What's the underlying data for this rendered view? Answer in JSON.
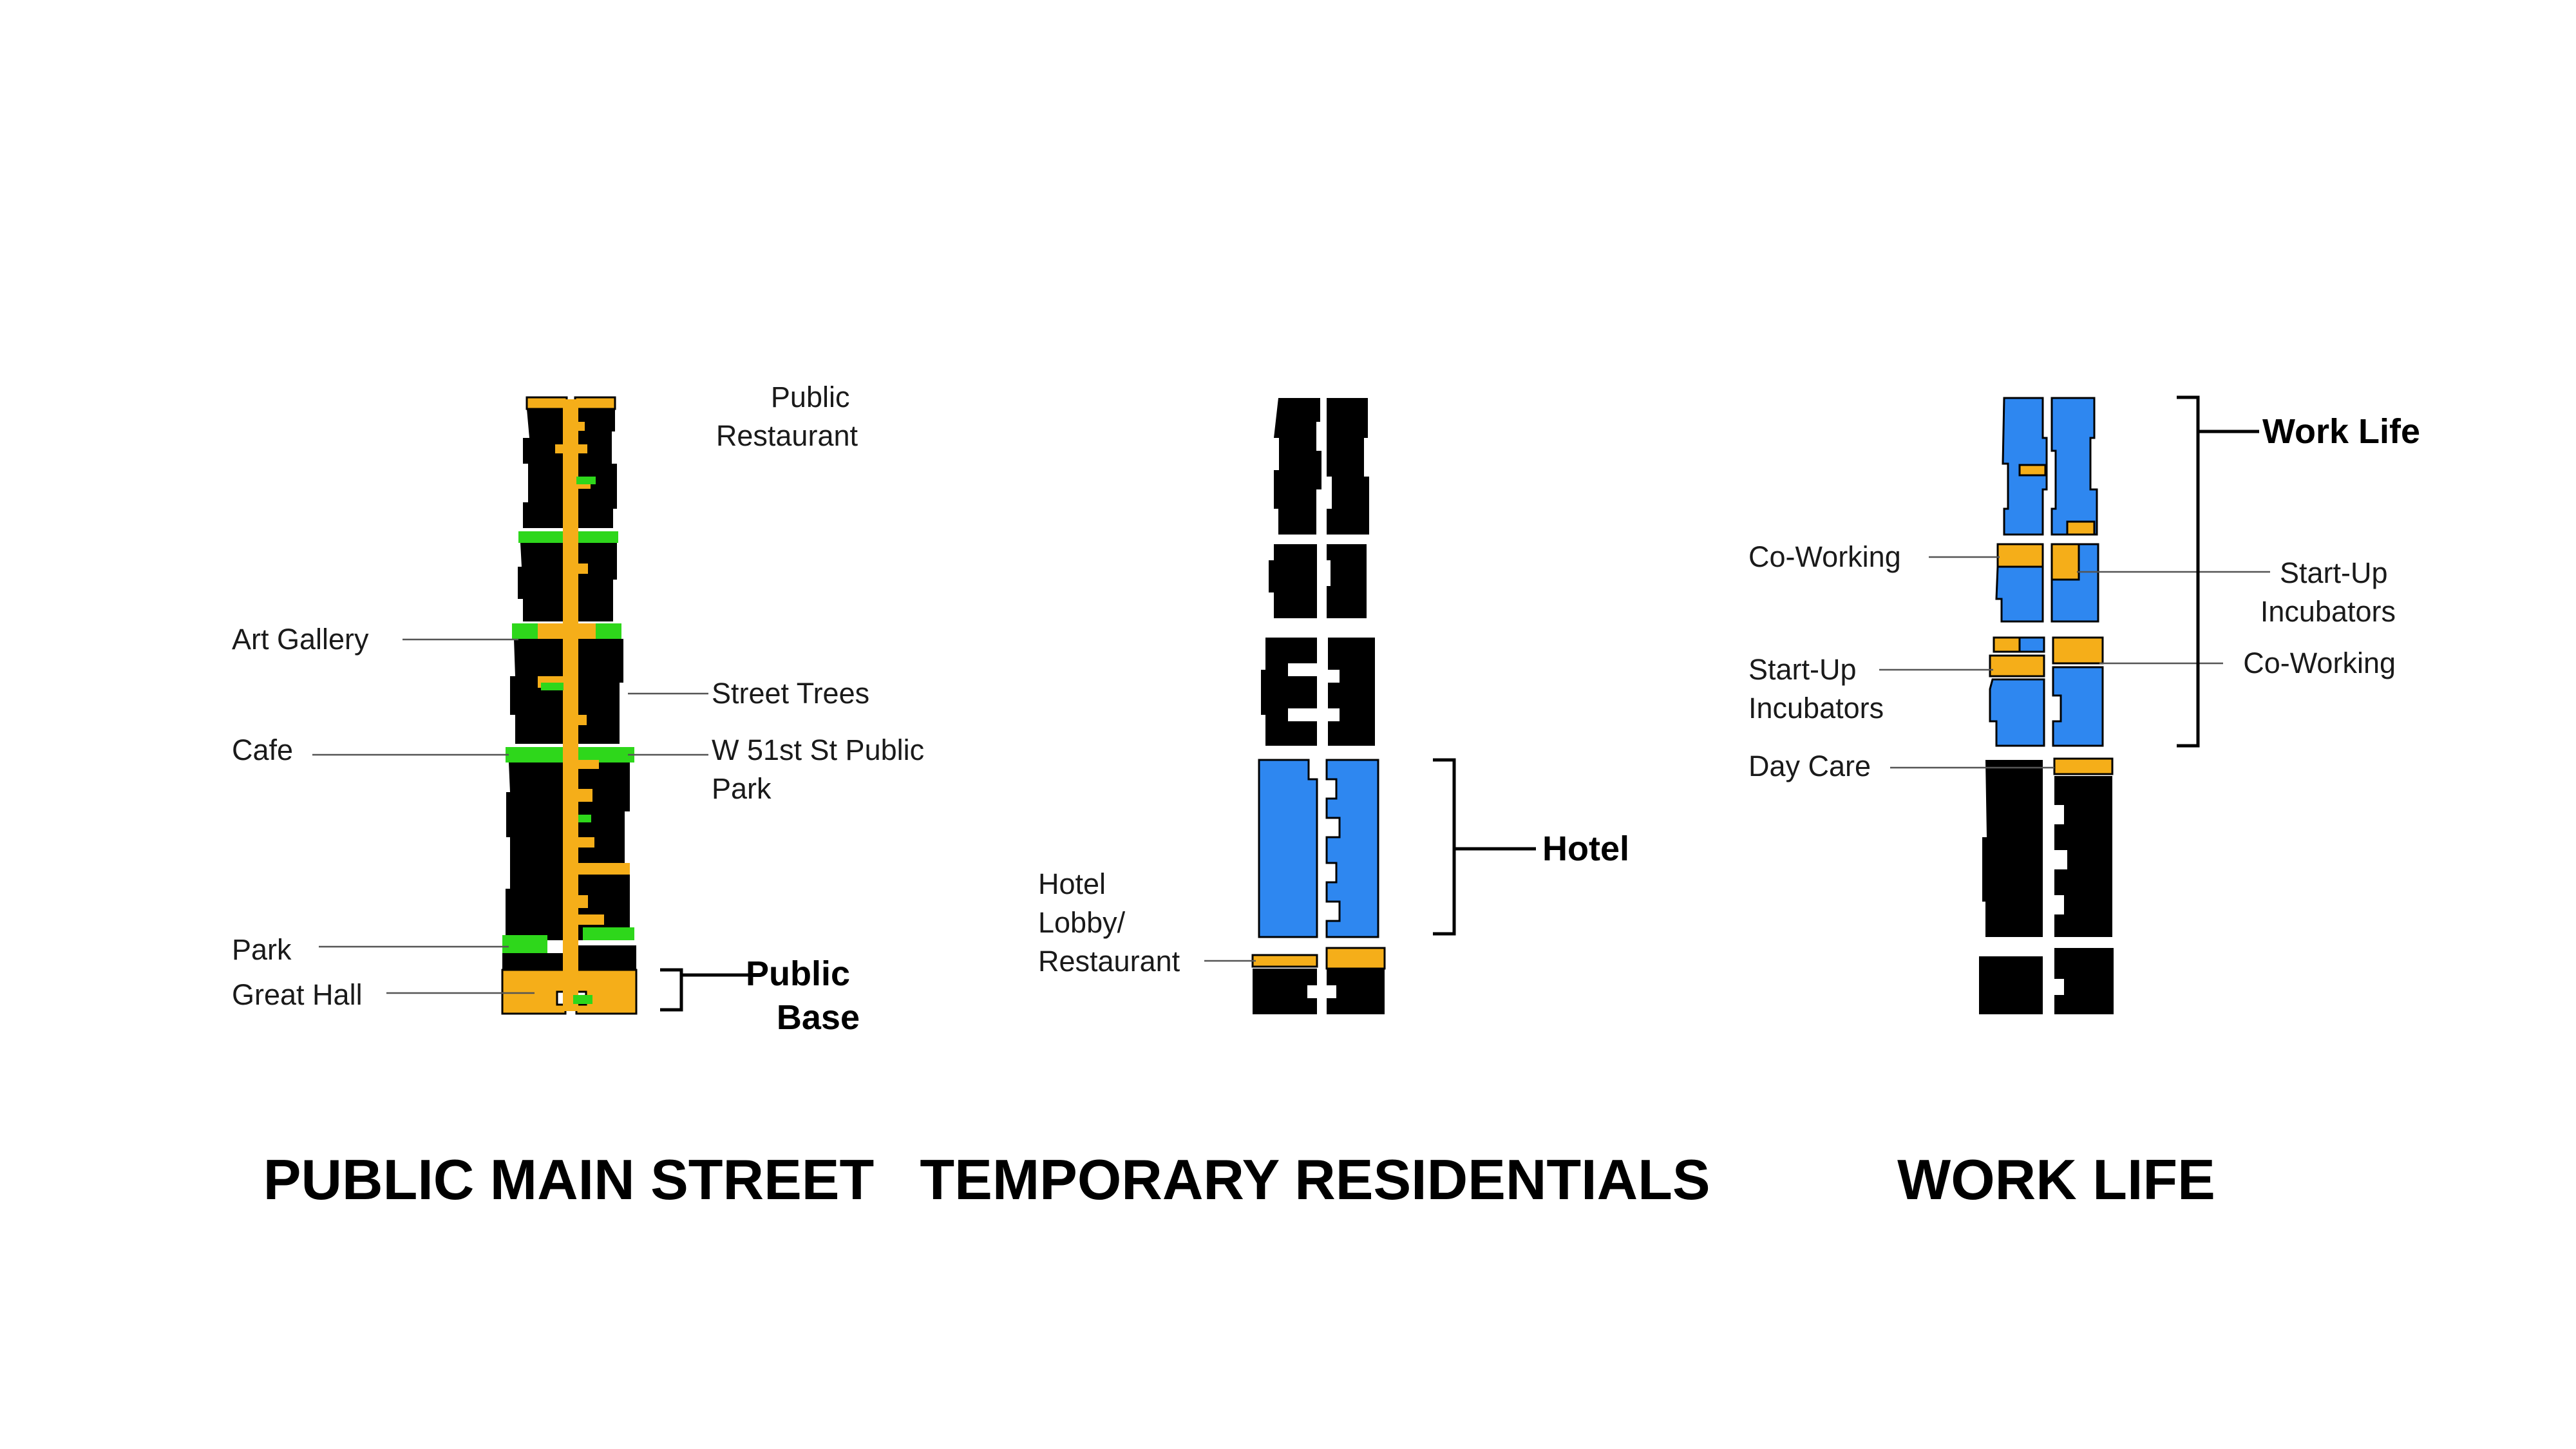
{
  "colors": {
    "building": "#000000",
    "public": "#F5AE19",
    "green": "#2ED71B",
    "blue": "#2E87F0"
  },
  "panels": [
    {
      "title": "PUBLIC MAIN STREET",
      "labels": {
        "public_restaurant": [
          "Public",
          "Restaurant"
        ],
        "art_gallery": "Art Gallery",
        "street_trees": "Street Trees",
        "cafe": "Cafe",
        "w51_park": [
          "W 51st St Public",
          "Park"
        ],
        "park": "Park",
        "great_hall": "Great Hall"
      },
      "bracket_label": [
        "Public",
        "Base"
      ]
    },
    {
      "title": "TEMPORARY RESIDENTIALS",
      "labels": {
        "hotel_lobby": [
          "Hotel",
          "Lobby/",
          "Restaurant"
        ]
      },
      "bracket_label": "Hotel"
    },
    {
      "title": "WORK LIFE",
      "labels": {
        "co_working_left": "Co-Working",
        "startup_left": [
          "Start-Up",
          "Incubators"
        ],
        "day_care": "Day Care",
        "startup_right": [
          "Start-Up",
          "Incubators"
        ],
        "co_working_right": "Co-Working"
      },
      "bracket_label": "Work Life"
    }
  ]
}
